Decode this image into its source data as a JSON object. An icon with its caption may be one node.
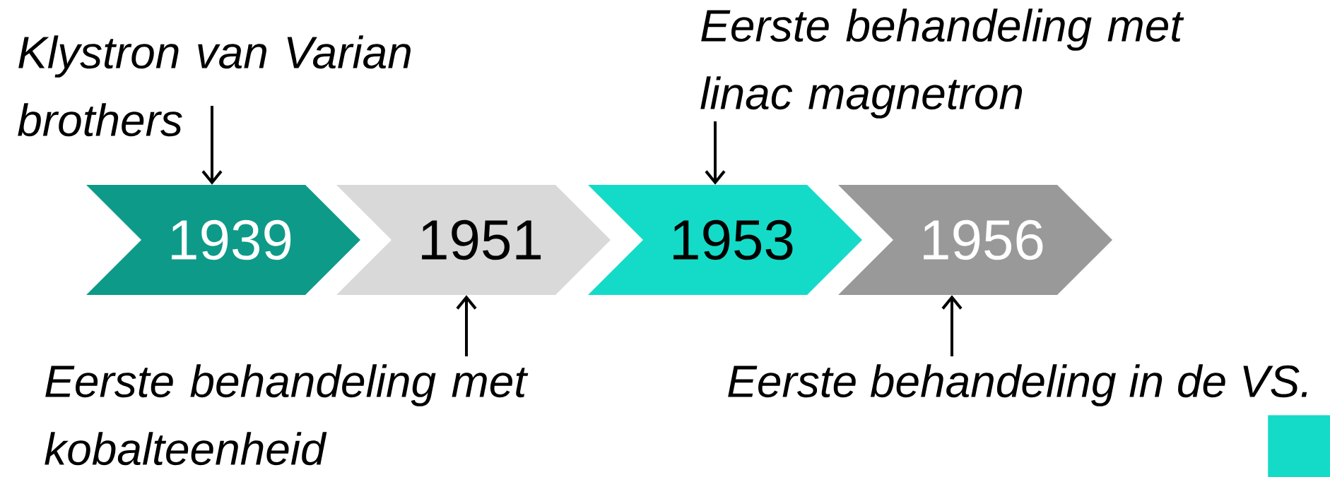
{
  "diagram": {
    "nodes": [
      {
        "text": [
          "Klystron van Varian brothers"
        ]
      },
      {
        "text": [
          "Eerste behandeling met linac magnetron"
        ]
      },
      {
        "text": [
          "1939"
        ]
      },
      {
        "text": [
          "1951"
        ]
      },
      {
        "text": [
          "1953"
        ]
      },
      {
        "text": [
          "1956"
        ]
      },
      {
        "text": [
          "Eerste behandeling met kobalteenheid"
        ]
      },
      {
        "text": [
          "Eerste behandeling in de VS."
        ]
      },
      {
        "text": [],
        "shape": "box"
      }
    ],
    "edges": [
      {
        "from": 0,
        "to": 2,
        "arrow": "to"
      },
      {
        "from": 1,
        "to": 4,
        "arrow": "to"
      },
      {
        "from": 6,
        "to": 3,
        "arrow": "to"
      },
      {
        "from": 7,
        "to": 5,
        "arrow": "to"
      }
    ]
  }
}
